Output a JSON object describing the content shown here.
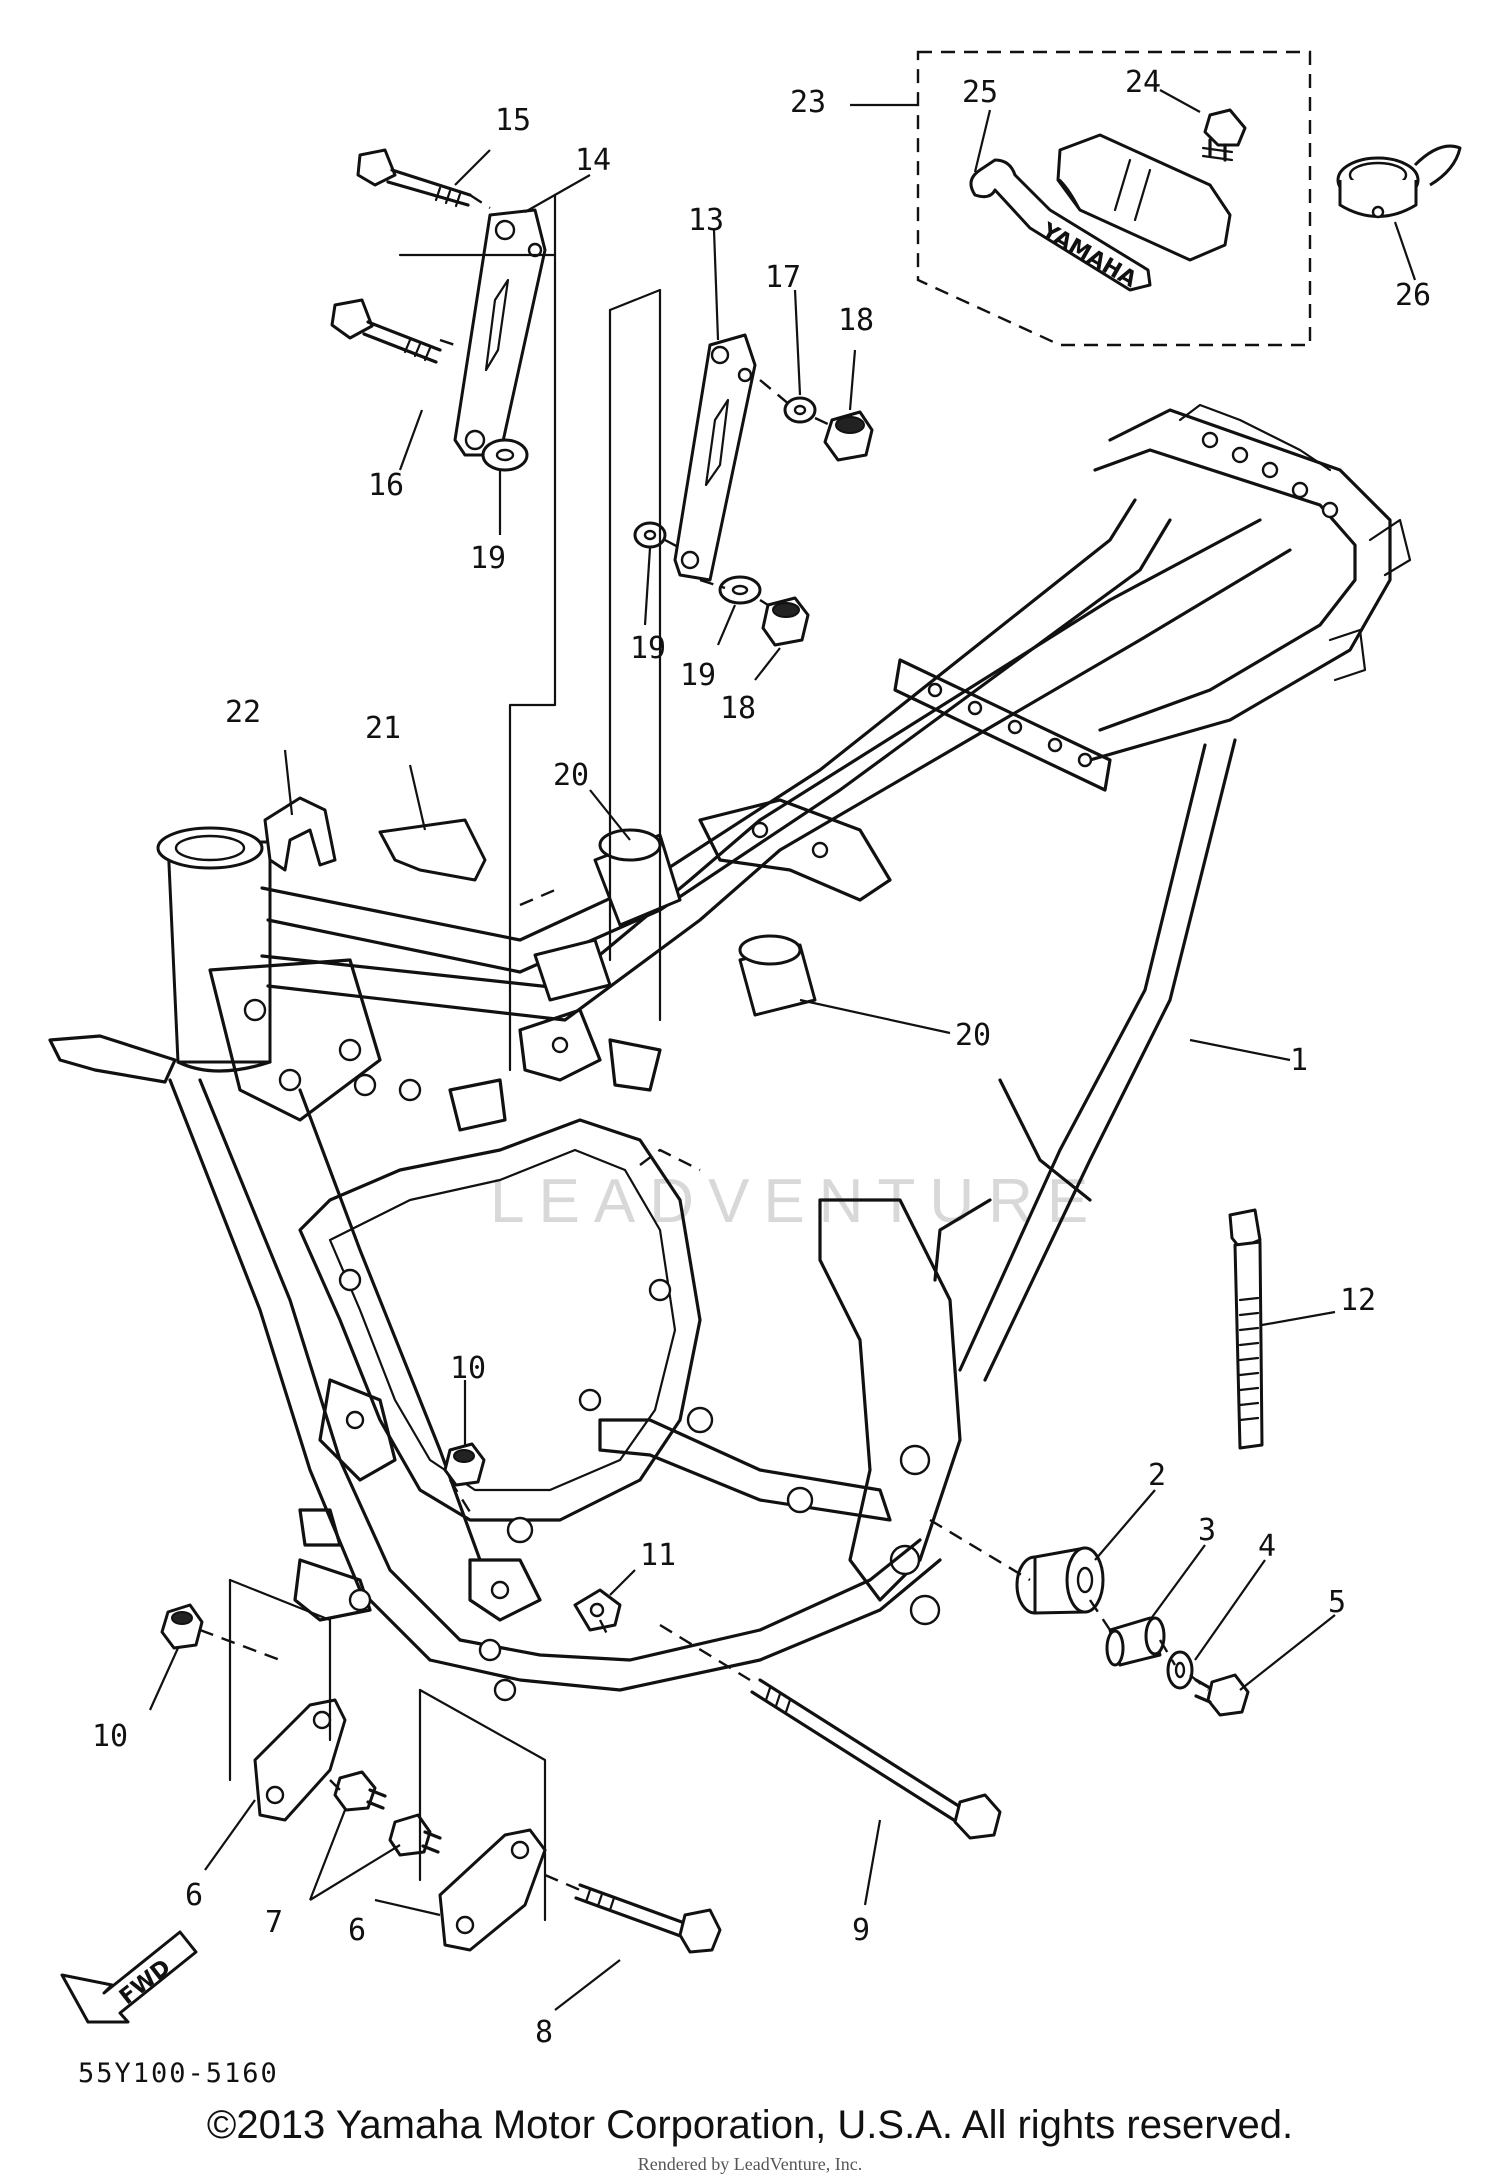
{
  "diagram": {
    "watermark": "LEADVENTURE",
    "code": "55Y100-5160",
    "fwd_label": "FWD",
    "tool_imprint": "YAMAHA",
    "callouts": [
      "1",
      "2",
      "3",
      "4",
      "5",
      "6",
      "6",
      "7",
      "8",
      "9",
      "10",
      "10",
      "11",
      "12",
      "13",
      "14",
      "15",
      "16",
      "17",
      "18",
      "18",
      "19",
      "19",
      "19",
      "20",
      "20",
      "21",
      "22",
      "23",
      "24",
      "25",
      "26"
    ]
  },
  "footer": {
    "copyright": "©2013 Yamaha Motor Corporation, U.S.A. All rights reserved.",
    "rendered_by": "Rendered by LeadVenture, Inc."
  }
}
